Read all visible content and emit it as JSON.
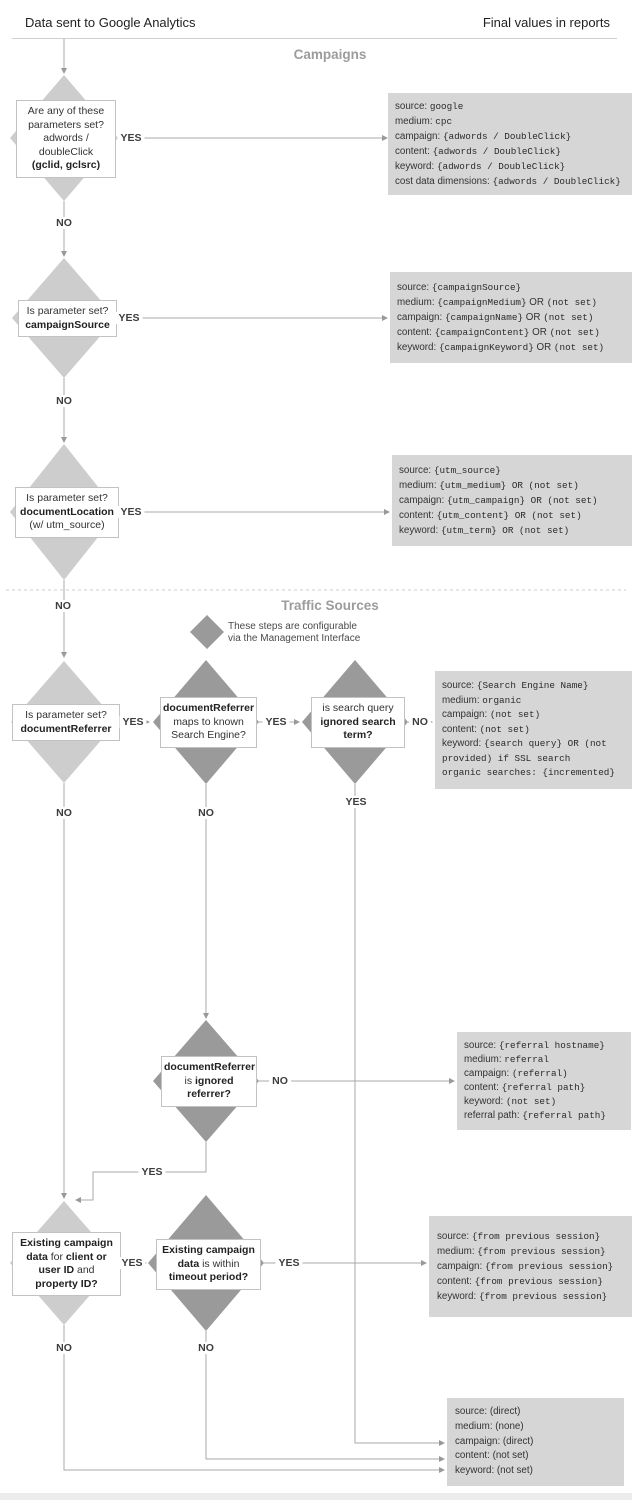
{
  "header": {
    "left": "Data sent to Google Analytics",
    "right": "Final values in reports"
  },
  "sections": {
    "campaigns": "Campaigns",
    "traffic_sources": "Traffic Sources"
  },
  "legend": {
    "line1": "These steps are configurable",
    "line2": "via the Management Interface"
  },
  "labels": {
    "yes": "YES",
    "no": "NO"
  },
  "colors": {
    "diamond_light": "#cdcdcd",
    "diamond_dark": "#9a9a9a",
    "value_box_bg": "#d6d6d6",
    "wire": "#a8a8a8",
    "section_title": "#9c9c9c"
  },
  "nodes": {
    "d1": {
      "lines": [
        [
          {
            "t": "Are any of these"
          }
        ],
        [
          {
            "t": "parameters set?"
          }
        ],
        [
          {
            "t": "adwords /"
          }
        ],
        [
          {
            "t": "doubleClick"
          }
        ],
        [
          {
            "t": "(gclid, gclsrc)",
            "b": 1
          }
        ]
      ]
    },
    "d2": {
      "lines": [
        [
          {
            "t": "Is parameter set?"
          }
        ],
        [
          {
            "t": "campaignSource",
            "b": 1
          }
        ]
      ]
    },
    "d3": {
      "lines": [
        [
          {
            "t": "Is parameter set?"
          }
        ],
        [
          {
            "t": "documentLocation",
            "b": 1
          }
        ],
        [
          {
            "t": "(w/ utm_source)"
          }
        ]
      ]
    },
    "d4": {
      "lines": [
        [
          {
            "t": "Is parameter set?"
          }
        ],
        [
          {
            "t": "documentReferrer",
            "b": 1
          }
        ]
      ]
    },
    "d5": {
      "lines": [
        [
          {
            "t": "documentReferrer",
            "b": 1
          }
        ],
        [
          {
            "t": "maps to known"
          }
        ],
        [
          {
            "t": "Search Engine?"
          }
        ]
      ]
    },
    "d6": {
      "lines": [
        [
          {
            "t": "is search query"
          }
        ],
        [
          {
            "t": "ignored search",
            "b": 1
          }
        ],
        [
          {
            "t": "term?",
            "b": 1
          }
        ]
      ]
    },
    "d7": {
      "lines": [
        [
          {
            "t": "documentReferrer",
            "b": 1
          }
        ],
        [
          {
            "t": "is "
          },
          {
            "t": "ignored",
            "b": 1
          }
        ],
        [
          {
            "t": "referrer?",
            "b": 1
          }
        ]
      ]
    },
    "d8": {
      "lines": [
        [
          {
            "t": "Existing campaign",
            "b": 1
          }
        ],
        [
          {
            "t": "data",
            "b": 1
          },
          {
            "t": " for "
          },
          {
            "t": "client or",
            "b": 1
          }
        ],
        [
          {
            "t": "user ID",
            "b": 1
          },
          {
            "t": " and"
          }
        ],
        [
          {
            "t": "property ID?",
            "b": 1
          }
        ]
      ]
    },
    "d9": {
      "lines": [
        [
          {
            "t": "Existing campaign",
            "b": 1
          }
        ],
        [
          {
            "t": "data",
            "b": 1
          },
          {
            "t": " is within"
          }
        ],
        [
          {
            "t": "timeout period?",
            "b": 1
          }
        ]
      ]
    }
  },
  "boxes": {
    "b1": {
      "lines": [
        [
          {
            "t": "source: "
          },
          {
            "t": "google",
            "m": 1
          }
        ],
        [
          {
            "t": "medium: "
          },
          {
            "t": "cpc",
            "m": 1
          }
        ],
        [
          {
            "t": "campaign: "
          },
          {
            "t": "{adwords / DoubleClick}",
            "m": 1
          }
        ],
        [
          {
            "t": "content: "
          },
          {
            "t": "{adwords / DoubleClick}",
            "m": 1
          }
        ],
        [
          {
            "t": "keyword: "
          },
          {
            "t": "{adwords / DoubleClick}",
            "m": 1
          }
        ],
        [
          {
            "t": "cost data dimensions: "
          },
          {
            "t": "{adwords / DoubleClick}",
            "m": 1
          }
        ]
      ]
    },
    "b2": {
      "lines": [
        [
          {
            "t": "source: "
          },
          {
            "t": "{campaignSource}",
            "m": 1
          }
        ],
        [
          {
            "t": "medium: "
          },
          {
            "t": "{campaignMedium}",
            "m": 1
          },
          {
            "t": " OR "
          },
          {
            "t": "(not set)",
            "m": 1
          }
        ],
        [
          {
            "t": "campaign: "
          },
          {
            "t": "{campaignName}",
            "m": 1
          },
          {
            "t": " OR "
          },
          {
            "t": "(not set)",
            "m": 1
          }
        ],
        [
          {
            "t": "content: "
          },
          {
            "t": "{campaignContent}",
            "m": 1
          },
          {
            "t": " OR "
          },
          {
            "t": "(not set)",
            "m": 1
          }
        ],
        [
          {
            "t": "keyword: "
          },
          {
            "t": "{campaignKeyword}",
            "m": 1
          },
          {
            "t": " OR "
          },
          {
            "t": "(not set)",
            "m": 1
          }
        ]
      ]
    },
    "b3": {
      "lines": [
        [
          {
            "t": "source: "
          },
          {
            "t": "{utm_source}",
            "m": 1
          }
        ],
        [
          {
            "t": "medium: "
          },
          {
            "t": "{utm_medium} OR (not set)",
            "m": 1
          }
        ],
        [
          {
            "t": "campaign: "
          },
          {
            "t": "{utm_campaign} OR (not set)",
            "m": 1
          }
        ],
        [
          {
            "t": "content: "
          },
          {
            "t": "{utm_content} OR (not set)",
            "m": 1
          }
        ],
        [
          {
            "t": "keyword: "
          },
          {
            "t": "{utm_term} OR (not set)",
            "m": 1
          }
        ]
      ]
    },
    "b4": {
      "lines": [
        [
          {
            "t": "source: "
          },
          {
            "t": "{Search Engine Name}",
            "m": 1
          }
        ],
        [
          {
            "t": "medium: "
          },
          {
            "t": "organic",
            "m": 1
          }
        ],
        [
          {
            "t": "campaign: "
          },
          {
            "t": "(not set)",
            "m": 1
          }
        ],
        [
          {
            "t": "content: "
          },
          {
            "t": "(not set)",
            "m": 1
          }
        ],
        [
          {
            "t": "keyword: "
          },
          {
            "t": "{search query} OR (not provided) if SSL search",
            "m": 1
          }
        ],
        [
          {
            "t": "organic searches: {incremented}",
            "m": 1
          }
        ]
      ]
    },
    "b5": {
      "lines": [
        [
          {
            "t": "source: "
          },
          {
            "t": "{referral hostname}",
            "m": 1
          }
        ],
        [
          {
            "t": "medium: "
          },
          {
            "t": "referral",
            "m": 1
          }
        ],
        [
          {
            "t": "campaign: "
          },
          {
            "t": "(referral)",
            "m": 1
          }
        ],
        [
          {
            "t": "content: "
          },
          {
            "t": "{referral path}",
            "m": 1
          }
        ],
        [
          {
            "t": "keyword: "
          },
          {
            "t": "(not set)",
            "m": 1
          }
        ],
        [
          {
            "t": "referral path: "
          },
          {
            "t": "{referral path}",
            "m": 1
          }
        ]
      ]
    },
    "b6": {
      "lines": [
        [
          {
            "t": "source: "
          },
          {
            "t": "{from previous session}",
            "m": 1
          }
        ],
        [
          {
            "t": "medium: "
          },
          {
            "t": "{from previous session}",
            "m": 1
          }
        ],
        [
          {
            "t": "campaign: "
          },
          {
            "t": "{from previous session}",
            "m": 1
          }
        ],
        [
          {
            "t": "content: "
          },
          {
            "t": "{from previous session}",
            "m": 1
          }
        ],
        [
          {
            "t": "keyword: "
          },
          {
            "t": "{from previous session}",
            "m": 1
          }
        ]
      ]
    },
    "b7": {
      "lines": [
        [
          {
            "t": "source: (direct)"
          }
        ],
        [
          {
            "t": "medium: (none)"
          }
        ],
        [
          {
            "t": "campaign: (direct)"
          }
        ],
        [
          {
            "t": "content: (not set)"
          }
        ],
        [
          {
            "t": "keyword: (not set)"
          }
        ]
      ]
    }
  }
}
